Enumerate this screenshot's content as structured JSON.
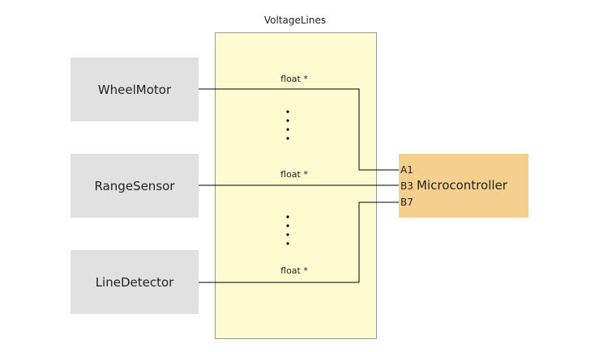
{
  "diagram": {
    "bus": {
      "title": "VoltageLines",
      "fill": "#fdfbcf"
    },
    "components": [
      {
        "label": "WheelMotor"
      },
      {
        "label": "RangeSensor"
      },
      {
        "label": "LineDetector"
      }
    ],
    "component_fill": "#e1e1e1",
    "microcontroller": {
      "label": "Microcontroller",
      "fill": "#f5cf8d",
      "pins": [
        "A1",
        "B3",
        "B7"
      ]
    },
    "wires": [
      {
        "type": "float *",
        "from": "WheelMotor",
        "to": "A1"
      },
      {
        "type": "float *",
        "from": "RangeSensor",
        "to": "B3"
      },
      {
        "type": "float *",
        "from": "LineDetector",
        "to": "B7"
      }
    ]
  }
}
